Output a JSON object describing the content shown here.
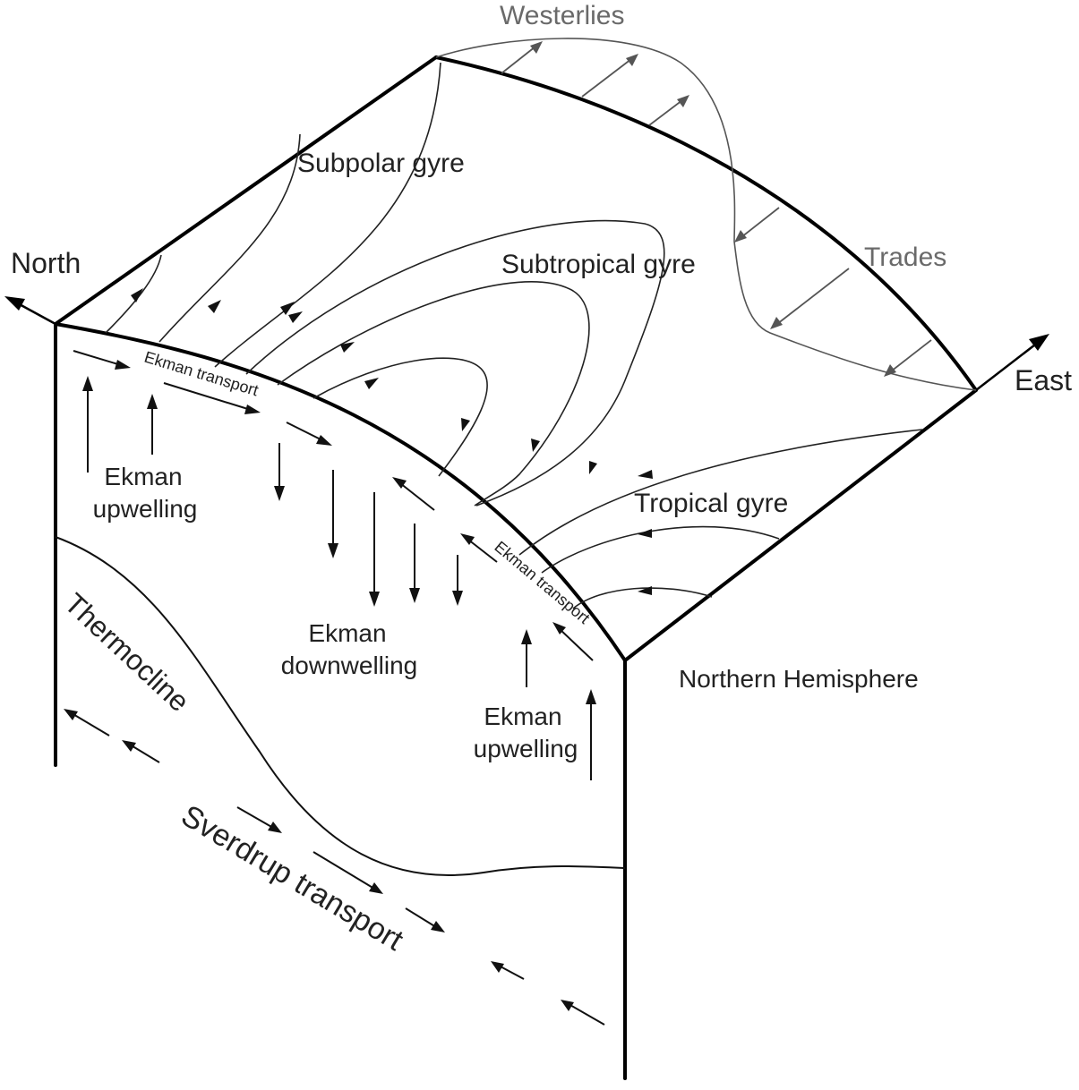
{
  "labels": {
    "westerlies": "Westerlies",
    "trades": "Trades",
    "north": "North",
    "east": "East",
    "subpolar_gyre": "Subpolar gyre",
    "subtropical_gyre": "Subtropical gyre",
    "tropical_gyre": "Tropical gyre",
    "ekman_transport_left": "Ekman transport",
    "ekman_transport_right": "Ekman transport",
    "ekman_upwelling_left_1": "Ekman",
    "ekman_upwelling_left_2": "upwelling",
    "ekman_downwelling_1": "Ekman",
    "ekman_downwelling_2": "downwelling",
    "ekman_upwelling_right_1": "Ekman",
    "ekman_upwelling_right_2": "upwelling",
    "thermocline": "Thermocline",
    "sverdrup_transport": "Sverdrup transport",
    "northern_hemisphere": "Northern Hemisphere"
  },
  "colors": {
    "outline": "#000000",
    "wind_text": "#6a6a6a",
    "label_text": "#222222"
  }
}
